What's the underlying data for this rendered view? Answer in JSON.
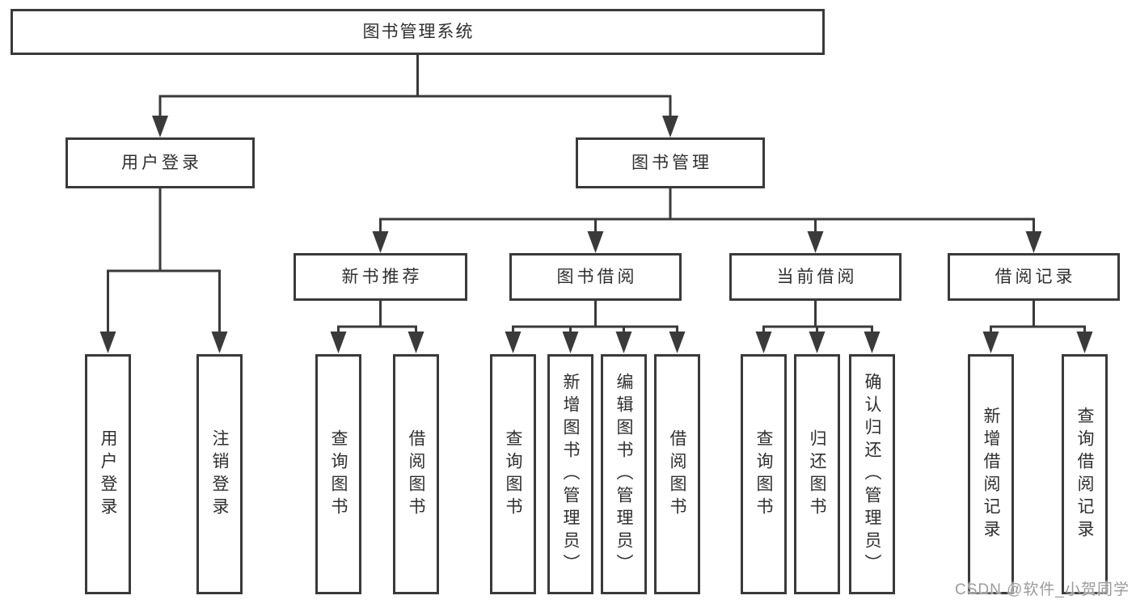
{
  "tree": {
    "root": {
      "label": "图书管理系统"
    },
    "children": [
      {
        "label": "用户登录",
        "children": [
          {
            "label": "用户登录"
          },
          {
            "label": "注销登录"
          }
        ]
      },
      {
        "label": "图书管理",
        "children": [
          {
            "label": "新书推荐",
            "children": [
              {
                "label": "查询图书"
              },
              {
                "label": "借阅图书"
              }
            ]
          },
          {
            "label": "图书借阅",
            "children": [
              {
                "label": "查询图书"
              },
              {
                "label": "新增图书（管理员）"
              },
              {
                "label": "编辑图书（管理员）"
              },
              {
                "label": "借阅图书"
              }
            ]
          },
          {
            "label": "当前借阅",
            "children": [
              {
                "label": "查询图书"
              },
              {
                "label": "归还图书"
              },
              {
                "label": "确认归还（管理员）"
              }
            ]
          },
          {
            "label": "借阅记录",
            "children": [
              {
                "label": "新增借阅记录"
              },
              {
                "label": "查询借阅记录"
              }
            ]
          }
        ]
      }
    ]
  },
  "watermark": {
    "text": "CSDN @软件_小贺同学"
  },
  "colors": {
    "line": "#3a3a3a",
    "text": "#2f2f2f",
    "box_background": "#ffffff",
    "page_background": "#ffffff",
    "watermark": "#9b9b9b"
  }
}
